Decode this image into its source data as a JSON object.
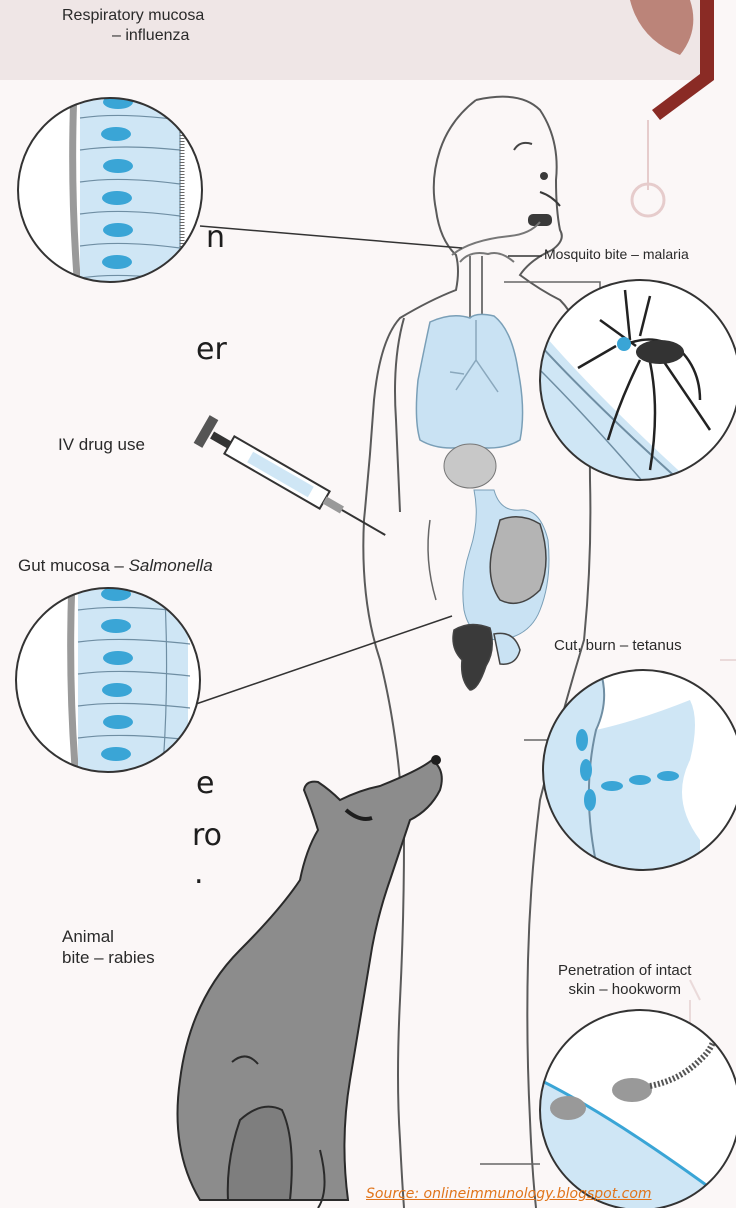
{
  "labels": {
    "respiratory_line1": "Respiratory mucosa",
    "respiratory_line2": "– influenza",
    "mosquito": "Mosquito bite – malaria",
    "iv_drug": "IV drug use",
    "gut_prefix": "Gut mucosa – ",
    "gut_organism": "Salmonella",
    "cut": "Cut, burn – tetanus",
    "skin_line1": "Penetration of intact",
    "skin_line2": "skin – hookworm",
    "animal_line1": "Animal",
    "animal_line2": "bite – rabies"
  },
  "text_fragments": {
    "frag1": "n",
    "frag2": "er",
    "frag3": "e",
    "frag4": "ro",
    "frag5": "."
  },
  "source": "Source: onlineimmunology.blogspot.com",
  "colors": {
    "mucosa_blue": "#cfe6f5",
    "nucleus_blue": "#3aa5d6",
    "dog_gray": "#8c8c8c",
    "accent_brown": "#8a2b25",
    "source_orange": "#e0741a"
  }
}
